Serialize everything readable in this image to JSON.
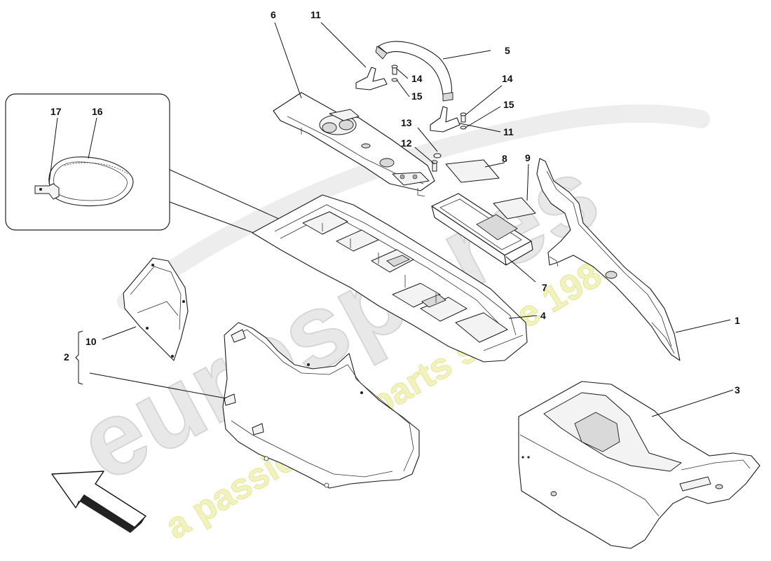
{
  "watermark": {
    "brand": "eurospares",
    "tagline": "a passion for parts since 1985"
  },
  "callouts": [
    {
      "id": "c1",
      "text": "1"
    },
    {
      "id": "c2",
      "text": "2"
    },
    {
      "id": "c3",
      "text": "3"
    },
    {
      "id": "c4",
      "text": "4"
    },
    {
      "id": "c5",
      "text": "5"
    },
    {
      "id": "c6",
      "text": "6"
    },
    {
      "id": "c7",
      "text": "7"
    },
    {
      "id": "c8",
      "text": "8"
    },
    {
      "id": "c9",
      "text": "9"
    },
    {
      "id": "c10",
      "text": "10"
    },
    {
      "id": "c11a",
      "text": "11"
    },
    {
      "id": "c11b",
      "text": "11"
    },
    {
      "id": "c12",
      "text": "12"
    },
    {
      "id": "c13",
      "text": "13"
    },
    {
      "id": "c14a",
      "text": "14"
    },
    {
      "id": "c14b",
      "text": "14"
    },
    {
      "id": "c15a",
      "text": "15"
    },
    {
      "id": "c15b",
      "text": "15"
    },
    {
      "id": "c16",
      "text": "16"
    },
    {
      "id": "c17",
      "text": "17"
    }
  ],
  "colors": {
    "line": "#1a1a1a",
    "watermark_gray": "#e2e2e2",
    "watermark_yellow": "#efefa0"
  },
  "icons": {
    "direction_arrow": "front-direction-arrow-icon"
  }
}
